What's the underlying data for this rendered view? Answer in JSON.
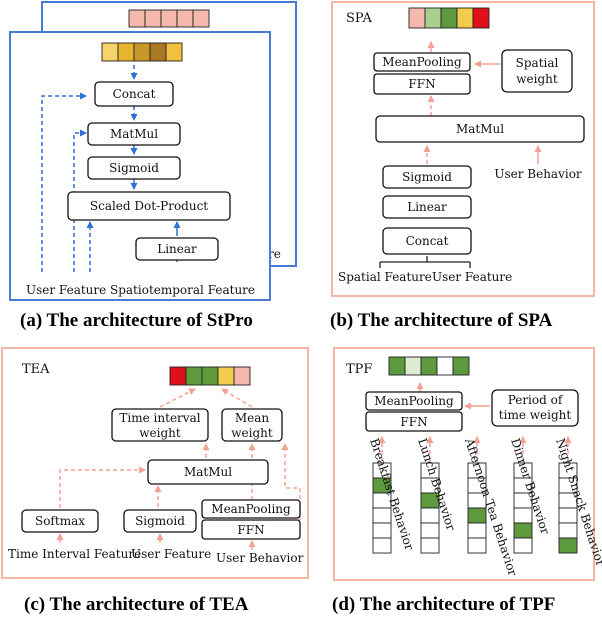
{
  "panel_a": {
    "caption": "(a) The architecture of StPro",
    "back_text": "re",
    "concat": "Concat",
    "matmul": "MatMul",
    "sigmoid": "Sigmoid",
    "scaled": "Scaled Dot-Product",
    "linear": "Linear",
    "in_user": "User Feature",
    "in_st": "Spatiotemporal Feature",
    "back_colors": [
      "#f4b8ac",
      "#f4b8ac",
      "#f4b8ac",
      "#f4b8ac",
      "#f4b8ac"
    ],
    "front_colors": [
      "#f7d36a",
      "#e6b530",
      "#c9962a",
      "#a97a23",
      "#f0c040"
    ]
  },
  "panel_b": {
    "caption": "(b) The architecture of SPA",
    "title": "SPA",
    "meanpool": "MeanPooling",
    "ffn": "FFN",
    "spatial_w1": "Spatial",
    "spatial_w2": "weight",
    "matmul": "MatMul",
    "sigmoid": "Sigmoid",
    "linear": "Linear",
    "concat": "Concat",
    "user_behavior": "User Behavior",
    "in_spatial": "Spatial Feature",
    "in_user": "User Feature",
    "colors": [
      "#f4b8ac",
      "#a9cf8e",
      "#5d9a3e",
      "#f2cd4c",
      "#e0101a"
    ]
  },
  "panel_c": {
    "caption": "(c) The architecture of TEA",
    "title": "TEA",
    "tiw1": "Time interval",
    "tiw2": "weight",
    "mw1": "Mean",
    "mw2": "weight",
    "matmul": "MatMul",
    "softmax": "Softmax",
    "sigmoid": "Sigmoid",
    "meanpool": "MeanPooling",
    "ffn": "FFN",
    "in_ti": "Time Interval Feature",
    "in_user": "User Feature",
    "in_ub": "User Behavior",
    "colors": [
      "#e0101a",
      "#5d9a3e",
      "#5d9a3e",
      "#f2cd4c",
      "#f4b8ac"
    ]
  },
  "panel_d": {
    "caption": "(d) The architecture of TPF",
    "title": "TPF",
    "meanpool": "MeanPooling",
    "ffn": "FFN",
    "pw1": "Period of",
    "pw2": "time weight",
    "behaviors": [
      "Breakfast Behavior",
      "Lunch Behavior",
      "Afternoon Tea Behavior",
      "Dinner Behavior",
      "Night Snack Behavior"
    ],
    "colors": [
      "#5d9a3e",
      "#dcecd0",
      "#5d9a3e",
      "#ffffff",
      "#5d9a3e"
    ],
    "active_slots": [
      1,
      2,
      3,
      4,
      5
    ]
  }
}
